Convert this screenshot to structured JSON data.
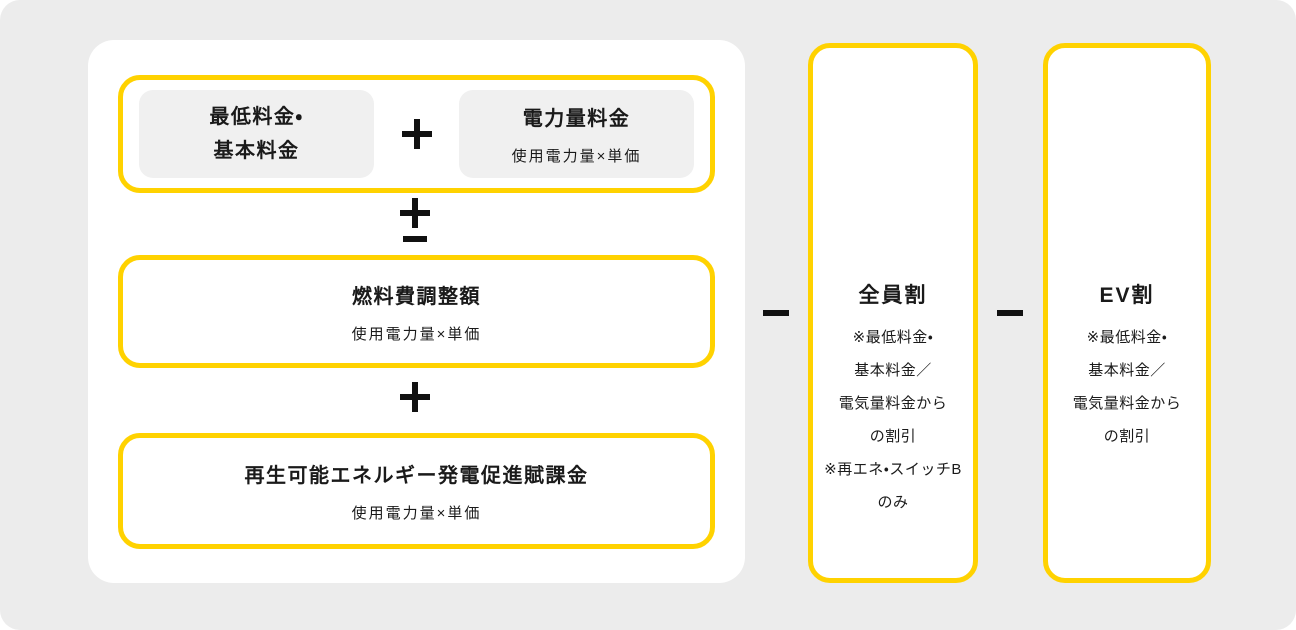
{
  "colors": {
    "background": "#ececec",
    "panel": "#ffffff",
    "accent_yellow": "#ffd200",
    "gray_box": "#f0f0f0",
    "text": "#1a1a1a"
  },
  "formula_panel": {
    "energy_group": {
      "min_basic_fee": {
        "title": "最低料金・\n基本料金"
      },
      "plus_operator": "＋",
      "volume_fee": {
        "title": "電力量料金",
        "subtitle": "使用電力量×単価"
      }
    },
    "plus_minus_operator": "±",
    "fuel_adjustment": {
      "title": "燃料費調整額",
      "subtitle": "使用電力量×単価"
    },
    "plus_operator": "＋",
    "renewable_levy": {
      "title": "再生可能エネルギー発電促進賦課金",
      "subtitle": "使用電力量×単価"
    }
  },
  "operators": {
    "minus_1": "−",
    "minus_2": "−"
  },
  "discounts": [
    {
      "title": "全員割",
      "notes": "※最低料金・\n基本料金／\n電気量料金から\nの割引\n※再エネ・スイッチB\nのみ"
    },
    {
      "title": "EV割",
      "notes": "※最低料金・\n基本料金／\n電気量料金から\nの割引"
    }
  ]
}
